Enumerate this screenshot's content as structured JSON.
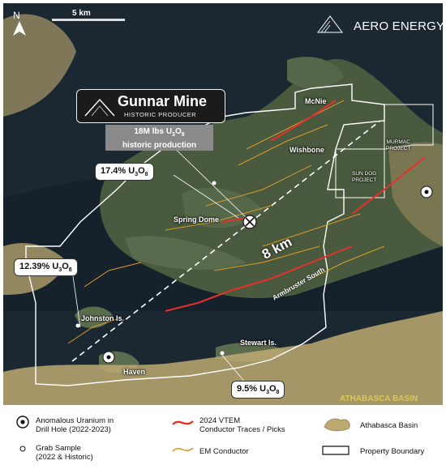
{
  "brand": {
    "name": "AERO ENERGY"
  },
  "north_label": "N",
  "scale_bar": {
    "label": "5 km"
  },
  "gunnar_mine": {
    "title": "Gunnar Mine",
    "subtitle": "HISTORIC PRODUCER",
    "production_line1": "18M lbs U",
    "production_sub1": "3",
    "production_mid": "O",
    "production_sub2": "8",
    "production_line2": "historic production"
  },
  "place_labels": {
    "mcnie": "McNie",
    "wishbone": "Wishbone",
    "murmac_1": "MURMAC",
    "murmac_2": "PROJECT",
    "sundog_1": "SUN DOG",
    "sundog_2": "PROJECT",
    "spring_dome": "Spring Dome",
    "johnston": "Johnston Is.",
    "haven": "Haven",
    "stewart": "Stewart Is.",
    "armbruster": "Armbruster South",
    "basin": "ATHABASCA BASIN"
  },
  "distance_label": "8 km",
  "callouts": {
    "c1": {
      "value": "17.4% U",
      "s1": "3",
      "o": "O",
      "s2": "8"
    },
    "c2": {
      "value": "12.39% U",
      "s1": "3",
      "o": "O",
      "s2": "8"
    },
    "c3": {
      "value": "9.5% U",
      "s1": "3",
      "o": "O",
      "s2": "8"
    }
  },
  "legend": {
    "drill_1": "Anomalous Uranium in",
    "drill_2": "Drill Hole (2022-2023)",
    "grab_1": "Grab Sample",
    "grab_2": "(2022 & Historic)",
    "vtem_1": "2024 VTEM",
    "vtem_2": "Conductor Traces / Picks",
    "em": "EM Conductor",
    "basin": "Athabasca Basin",
    "boundary": "Property Boundary"
  },
  "colors": {
    "water": "#1d2a33",
    "land": "#4a5a3e",
    "basin": "#bda972",
    "vtem": "#e8302a",
    "em": "#d99a2a"
  }
}
